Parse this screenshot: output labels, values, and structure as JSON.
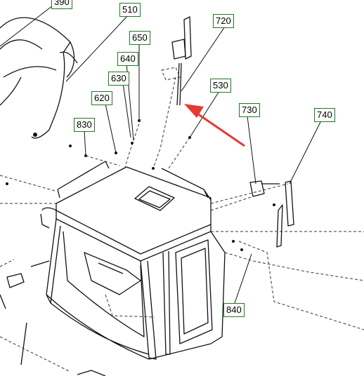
{
  "diagram": {
    "part_labels": {
      "p390": "390",
      "p510": "510",
      "p650": "650",
      "p720": "720",
      "p640": "640",
      "p630": "630",
      "p530": "530",
      "p620": "620",
      "p730": "730",
      "p740": "740",
      "p830": "830",
      "p840": "840"
    },
    "colors": {
      "line": "#111111",
      "dash": "#333333",
      "label_border": "#1f7a1f",
      "arrow": "#e53935",
      "background": "#ffffff"
    }
  }
}
